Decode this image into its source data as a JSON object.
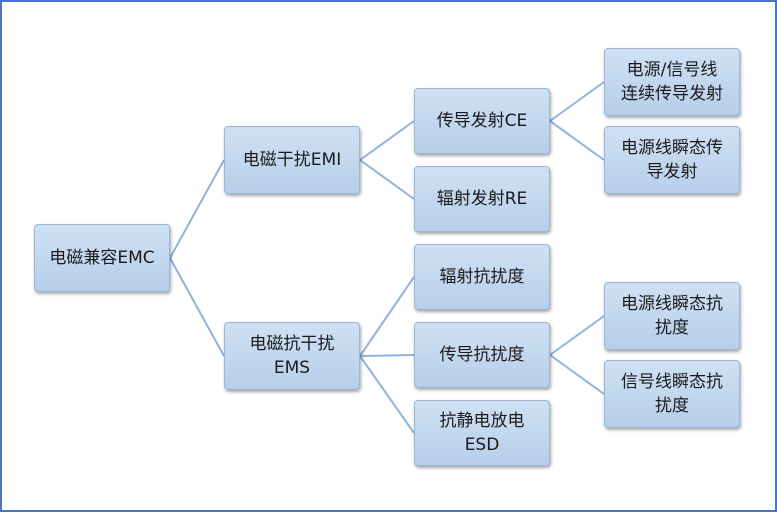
{
  "colors": {
    "node_fill": "#c4d7ee",
    "node_border": "#9bb5d6",
    "connector": "#8fb3dc",
    "frame_border": "#4a74c9"
  },
  "nodes": {
    "emc": "电磁兼容EMC",
    "emi": "电磁干扰EMI",
    "ems": "电磁抗干扰\nEMS",
    "ce": "传导发射CE",
    "re": "辐射发射RE",
    "rs": "辐射抗扰度",
    "cs": "传导抗扰度",
    "esd": "抗静电放电\nESD",
    "ce_signal": "电源/信号线\n连续传导发射",
    "ce_transient": "电源线瞬态传\n导发射",
    "cs_power_transient": "电源线瞬态抗\n扰度",
    "cs_signal_transient": "信号线瞬态抗\n扰度"
  },
  "edges": [
    [
      "emc",
      "emi"
    ],
    [
      "emc",
      "ems"
    ],
    [
      "emi",
      "ce"
    ],
    [
      "emi",
      "re"
    ],
    [
      "ems",
      "rs"
    ],
    [
      "ems",
      "cs"
    ],
    [
      "ems",
      "esd"
    ],
    [
      "ce",
      "ce_signal"
    ],
    [
      "ce",
      "ce_transient"
    ],
    [
      "cs",
      "cs_power_transient"
    ],
    [
      "cs",
      "cs_signal_transient"
    ]
  ]
}
